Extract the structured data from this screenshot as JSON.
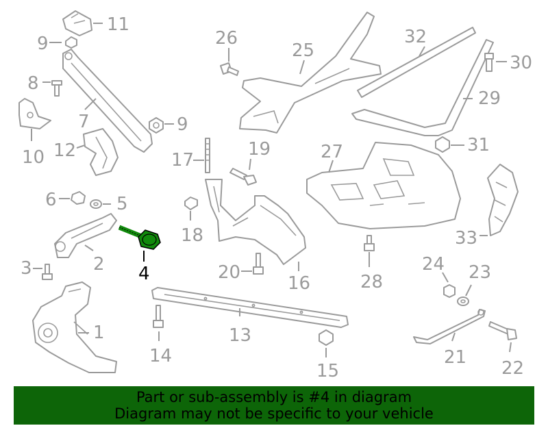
{
  "diagram": {
    "highlight": "4",
    "highlight_color": "#118a0c",
    "line_color": "#9a9a9a",
    "callouts": [
      "1",
      "2",
      "3",
      "4",
      "5",
      "6",
      "7",
      "8",
      "9",
      "9",
      "10",
      "11",
      "12",
      "13",
      "14",
      "15",
      "16",
      "17",
      "18",
      "19",
      "20",
      "21",
      "22",
      "23",
      "24",
      "25",
      "26",
      "27",
      "28",
      "29",
      "30",
      "31",
      "32",
      "33"
    ]
  },
  "banner": {
    "line1": "Part or sub-assembly is #4 in diagram",
    "line2": "Diagram may not be specific to your vehicle",
    "background": "#0d6508"
  }
}
